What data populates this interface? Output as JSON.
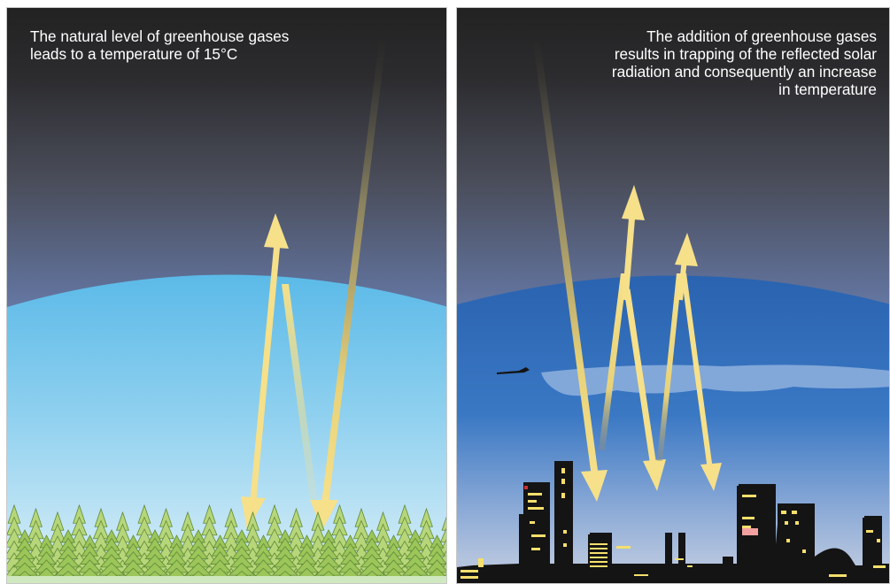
{
  "left_panel": {
    "caption_lines": [
      "The natural level of greenhouse gases",
      "leads to a temperature of 15°C"
    ],
    "colors": {
      "space": "#242424",
      "atmosphere": "#5f6f96",
      "sky": "#5bb8e6",
      "ground_haze": "#d9eef8",
      "tree": "#9cc55a",
      "ray": "#f5de80"
    }
  },
  "right_panel": {
    "caption_lines": [
      "The addition of greenhouse gases",
      "results in trapping of the reflected solar",
      "radiation and consequently an increase",
      "in temperature"
    ],
    "colors": {
      "space": "#242424",
      "atmosphere": "#5f6f96",
      "sky": "#2f6cb8",
      "cloud_band": "#8fb1de",
      "horizon": "#b3c2dc",
      "skyline": "#141414",
      "window": "#f6df6c",
      "ray": "#f5de80"
    }
  }
}
